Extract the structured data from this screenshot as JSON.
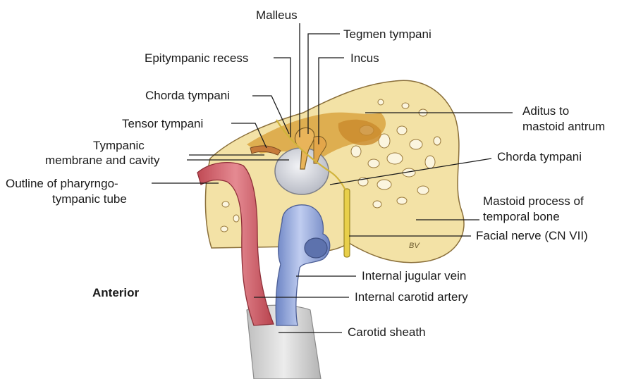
{
  "labels": {
    "malleus": "Malleus",
    "tegmen": "Tegmen tympani",
    "epitympanic": "Epitympanic recess",
    "incus": "Incus",
    "chorda_left": "Chorda tympani",
    "tensor": "Tensor tympani",
    "tympanic_1": "Tympanic",
    "tympanic_2": "membrane and cavity",
    "outline_1": "Outline of pharyrngo-",
    "outline_2": "tympanic tube",
    "aditus_1": "Aditus to",
    "aditus_2": "mastoid antrum",
    "chorda_right": "Chorda tympani",
    "mastoid_1": "Mastoid process of",
    "mastoid_2": "temporal bone",
    "facial": "Facial nerve (CN VII)",
    "ijv": "Internal jugular vein",
    "ica": "Internal carotid artery",
    "sheath": "Carotid sheath",
    "anterior": "Anterior",
    "signature": "BV"
  },
  "colors": {
    "bone": "#f3e2a6",
    "bone_dark": "#d9a441",
    "cavity": "#dde0e6",
    "artery": "#d4616b",
    "vein": "#8fa6da",
    "nerve": "#e8cf4a",
    "sheath": "#d8d8d8",
    "leader": "#1a1a1a"
  }
}
